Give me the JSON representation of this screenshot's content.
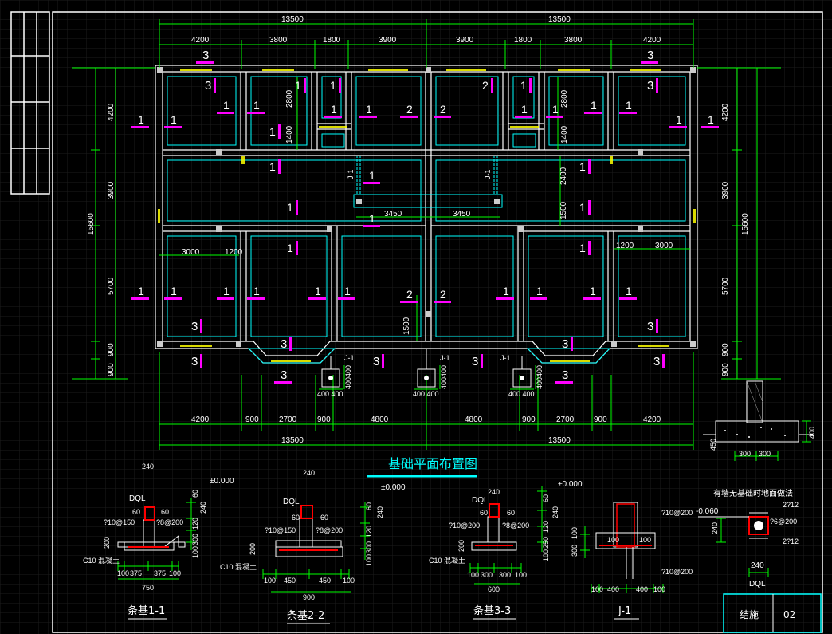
{
  "colors": {
    "background": "#000000",
    "grid": "#1e1e1e",
    "wall_outer": "#ffffff",
    "wall_inner": "#00ffff",
    "foundation_fill": "#ffff00",
    "dimension": "#00ff00",
    "label_bar": "#ff00ff",
    "column": "#ff0000"
  },
  "plan": {
    "title": "基础平面布置图",
    "top_dims_total": [
      "13500",
      "13500"
    ],
    "top_dims": [
      "4200",
      "3800",
      "1800",
      "3900",
      "3900",
      "1800",
      "3800",
      "4200"
    ],
    "bottom_dims": [
      "4200",
      "900",
      "2700",
      "900",
      "4800",
      "4800",
      "900",
      "2700",
      "900",
      "4200"
    ],
    "bottom_dims_total": [
      "13500",
      "13500"
    ],
    "left_dims": [
      "4200",
      "3900",
      "5700",
      "900",
      "900"
    ],
    "left_total": "15600",
    "right_dims": [
      "4200",
      "3900",
      "5700",
      "900",
      "900"
    ],
    "right_total": "15600",
    "inner_dims": {
      "d2800_left": "2800",
      "d1400_left": "1400",
      "d2800_right": "2800",
      "d1400_right": "1400",
      "d2400": "2400",
      "d1500_mid": "1500",
      "d1500_low": "1500",
      "d3450_a": "3450",
      "d3450_b": "3450",
      "d3000_left": "3000",
      "d1200_left": "1200",
      "d1200_right": "1200",
      "d3000_right": "3000",
      "d400400_a": "400 400",
      "d400400_b": "400 400",
      "d400400_c": "400 400",
      "v400400_a": "400400",
      "v400400_b": "400400",
      "v400400_c": "400400"
    },
    "section_tags": {
      "j1_a": "J-1",
      "j1_b": "J-1",
      "j1_c": "J-1",
      "j1_d": "J-1",
      "j1_e": "J-1",
      "s1": "1",
      "s2": "2",
      "s3": "3"
    }
  },
  "sections": {
    "s1": {
      "title": "条基1-1",
      "ground": "±0.000",
      "dql": "DQL",
      "w240": "240",
      "dims_bottom": [
        "100",
        "375",
        "375",
        "100"
      ],
      "total": "750",
      "c10": "C10 混凝土",
      "v60": "60",
      "v240": "240",
      "v120": "120",
      "v300": "300",
      "v100": "100",
      "v200": "200",
      "rebar1": "?10@150",
      "rebar2": "?8@200",
      "t60a": "60",
      "t60b": "60"
    },
    "s2": {
      "title": "条基2-2",
      "ground": "±0.000",
      "dql": "DQL",
      "w240": "240",
      "dims_bottom": [
        "100",
        "450",
        "450",
        "100"
      ],
      "total": "900",
      "c10": "C10 混凝土",
      "v60": "60",
      "v240": "240",
      "v120": "120",
      "v300": "300",
      "v100": "100",
      "v200": "200",
      "rebar1": "?10@150",
      "rebar2": "?8@200",
      "t60a": "60",
      "t60b": "60"
    },
    "s3": {
      "title": "条基3-3",
      "ground": "±0.000",
      "dql": "DQL",
      "w240": "240",
      "dims_bottom": [
        "100",
        "300",
        "300",
        "100"
      ],
      "total": "600",
      "c10": "C10 混凝土",
      "v60": "60",
      "v240": "240",
      "v120": "120",
      "v250": "250",
      "v100": "100",
      "v200": "200",
      "rebar1": "?10@200",
      "rebar2": "?8@200",
      "t60a": "60",
      "t60b": "60"
    },
    "j1": {
      "title": "J-1",
      "rebar_top": "?10@200",
      "rebar_bot": "?10@200",
      "dims": [
        "100",
        "400",
        "400",
        "100"
      ],
      "d100a": "100",
      "d100b": "100",
      "v100": "100",
      "v300": "300"
    },
    "nofound": {
      "title": "有墙无基础时地面做法",
      "level": "-0.060",
      "r1": "2?12",
      "r2": "?6@200",
      "r3": "2?12",
      "v240": "240",
      "w240": "240",
      "dql": "DQL"
    },
    "detail": {
      "d4000": "400",
      "d300a": "300",
      "d300b": "300",
      "d450": "450"
    }
  },
  "title_block": {
    "name": "结施",
    "number": "02"
  }
}
